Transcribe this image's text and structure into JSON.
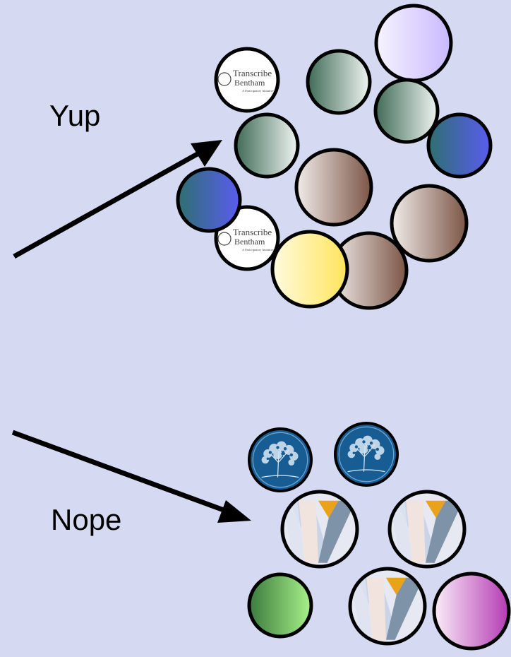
{
  "labels": {
    "yup": "Yup",
    "nope": "Nope"
  },
  "logo_text": {
    "line1": "Transcribe",
    "line2": "Bentham",
    "line3": "A Participatory Initiative"
  },
  "colors": {
    "background": "#d5d9f1",
    "green": [
      "#3f6a55",
      "#f0f5f2"
    ],
    "brown": [
      "#f1ecea",
      "#7b5545"
    ],
    "blue": [
      "#2e6f70",
      "#5a5cf0"
    ],
    "lavender": [
      "#f7f4ff",
      "#c8b8ff"
    ],
    "yellow": [
      "#fffbe0",
      "#ffe45a"
    ],
    "bright-green": [
      "#3b7a3d",
      "#a8f28a"
    ],
    "pink": [
      "#fbeef8",
      "#b43ab4"
    ],
    "tree-blue": "#175c93",
    "orange": "#e9a219"
  }
}
